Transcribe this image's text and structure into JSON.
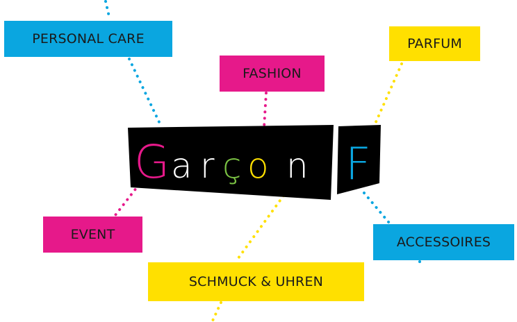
{
  "logo": {
    "letters": [
      "G",
      "a",
      "r",
      "ç",
      "o",
      "n"
    ],
    "suffix": "F"
  },
  "categories": {
    "personal_care": "PERSONAL CARE",
    "fashion": "FASHION",
    "parfum": "PARFUM",
    "event": "EVENT",
    "accessoires": "ACCESSOIRES",
    "schmuck": "SCHMUCK & UHREN"
  },
  "colors": {
    "cyan": "#0aa6e0",
    "magenta": "#e6198a",
    "yellow": "#ffe000",
    "green": "#7ac143",
    "logo_bg": "#000000",
    "text_dark": "#1a1a1a"
  }
}
